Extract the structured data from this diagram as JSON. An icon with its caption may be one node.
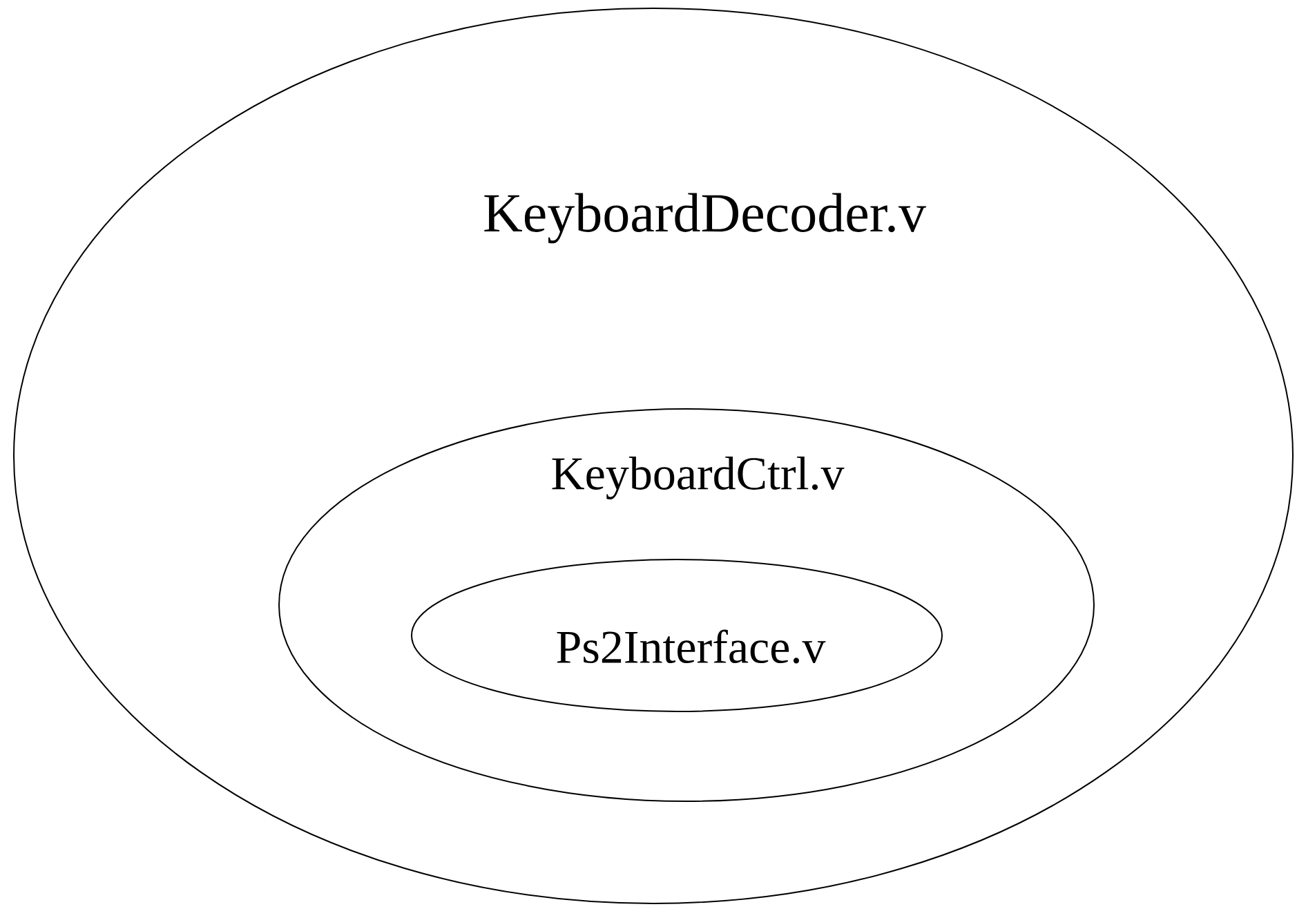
{
  "diagram": {
    "nodes": [
      {
        "text": [
          "KeyboardDecoder.v"
        ]
      },
      {
        "text": [
          "KeyboardCtrl.v"
        ],
        "in": 0
      },
      {
        "text": [
          "Ps2Interface.v"
        ],
        "in": 1
      }
    ]
  }
}
